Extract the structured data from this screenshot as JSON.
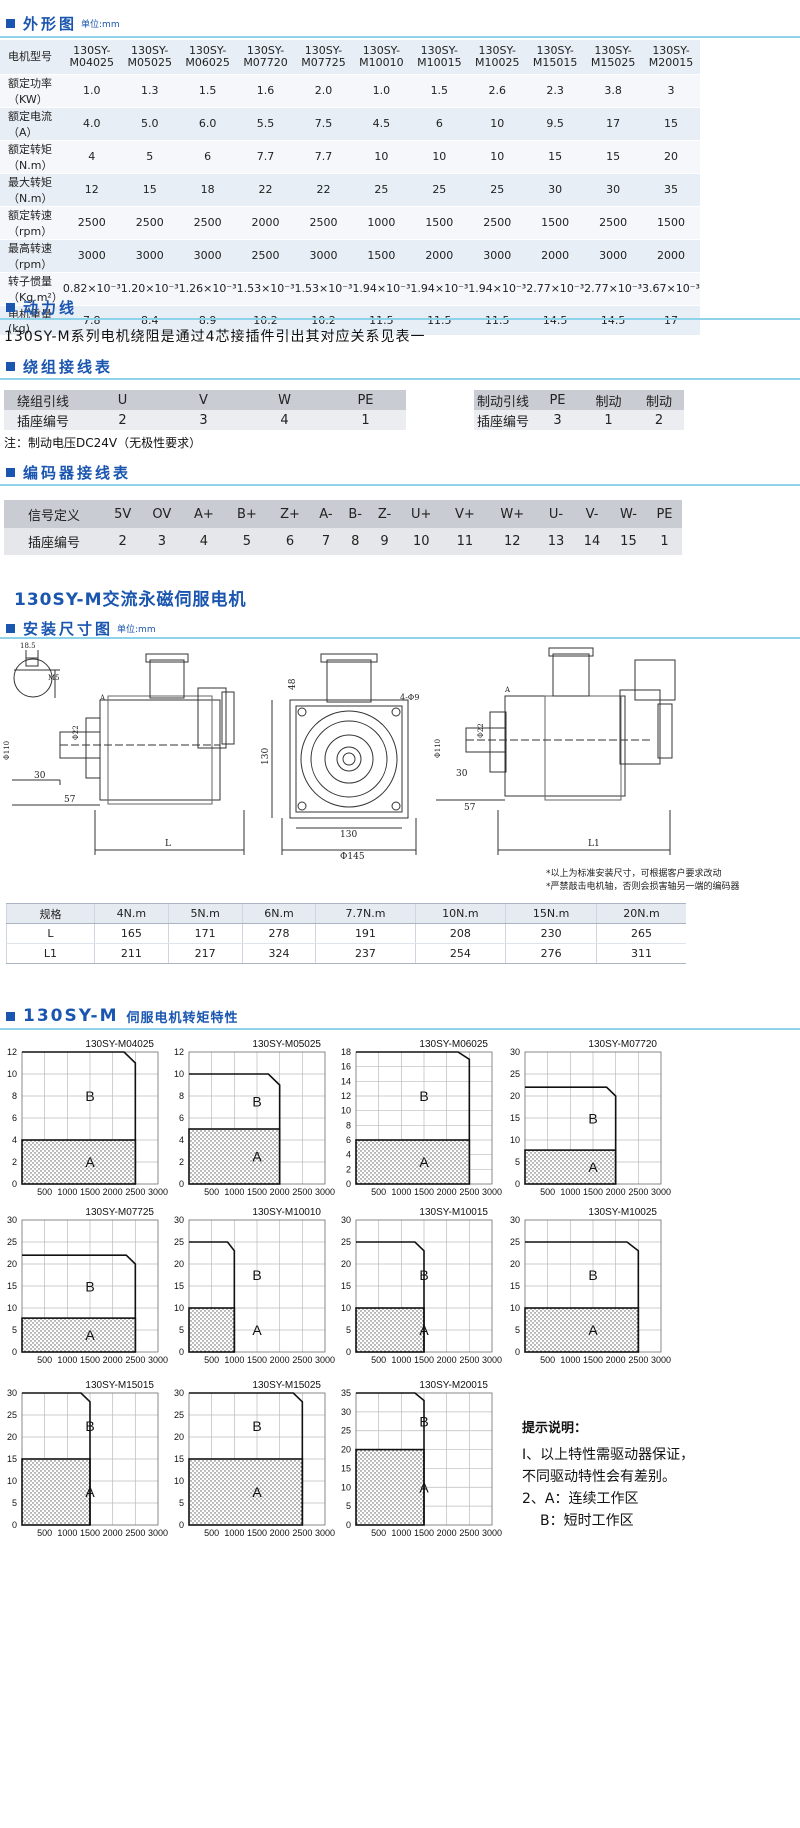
{
  "sections": {
    "outline": {
      "title": "外形图",
      "unit": "单位:mm"
    },
    "power_line": {
      "title": "动力线",
      "text": "130SY-M系列电机绕阻是通过4芯接插件引出其对应关系见表一"
    },
    "winding": {
      "title": "绕组接线表"
    },
    "encoder": {
      "title": "编码器接线表"
    },
    "install": {
      "title": "安装尺寸图",
      "unit": "单位:mm"
    },
    "torque": {
      "title": "130SY-M",
      "title_suffix": "伺服电机转矩特性"
    }
  },
  "main_title": "130SY-M交流永磁伺服电机",
  "spec_table": {
    "header_label": "电机型号",
    "models": [
      "130SY-M04025",
      "130SY-M05025",
      "130SY-M06025",
      "130SY-M07720",
      "130SY-M07725",
      "130SY-M10010",
      "130SY-M10015",
      "130SY-M10025",
      "130SY-M15015",
      "130SY-M15025",
      "130SY-M20015"
    ],
    "rows": [
      {
        "label": "额定功率（KW）",
        "values": [
          "1.0",
          "1.3",
          "1.5",
          "1.6",
          "2.0",
          "1.0",
          "1.5",
          "2.6",
          "2.3",
          "3.8",
          "3"
        ]
      },
      {
        "label": "额定电流（A）",
        "values": [
          "4.0",
          "5.0",
          "6.0",
          "5.5",
          "7.5",
          "4.5",
          "6",
          "10",
          "9.5",
          "17",
          "15"
        ]
      },
      {
        "label": "额定转矩（N.m）",
        "values": [
          "4",
          "5",
          "6",
          "7.7",
          "7.7",
          "10",
          "10",
          "10",
          "15",
          "15",
          "20"
        ]
      },
      {
        "label": "最大转矩（N.m）",
        "values": [
          "12",
          "15",
          "18",
          "22",
          "22",
          "25",
          "25",
          "25",
          "30",
          "30",
          "35"
        ]
      },
      {
        "label": "额定转速（rpm）",
        "values": [
          "2500",
          "2500",
          "2500",
          "2000",
          "2500",
          "1000",
          "1500",
          "2500",
          "1500",
          "2500",
          "1500"
        ]
      },
      {
        "label": "最高转速（rpm）",
        "values": [
          "3000",
          "3000",
          "3000",
          "2500",
          "3000",
          "1500",
          "2000",
          "3000",
          "2000",
          "3000",
          "2000"
        ]
      },
      {
        "label": "转子惯量（Kg.m²）",
        "values": [
          "0.82×10⁻³",
          "1.20×10⁻³",
          "1.26×10⁻³",
          "1.53×10⁻³",
          "1.53×10⁻³",
          "1.94×10⁻³",
          "1.94×10⁻³",
          "1.94×10⁻³",
          "2.77×10⁻³",
          "2.77×10⁻³",
          "3.67×10⁻³"
        ]
      },
      {
        "label": "电机重量(kg)",
        "values": [
          "7.8",
          "8.4",
          "8.9",
          "10.2",
          "10.2",
          "11.5",
          "11.5",
          "11.5",
          "14.5",
          "14.5",
          "17"
        ]
      }
    ]
  },
  "winding_table": {
    "rows": [
      [
        "绕组引线",
        "U",
        "V",
        "W",
        "PE"
      ],
      [
        "插座编号",
        "2",
        "3",
        "4",
        "1"
      ]
    ]
  },
  "brake_table": {
    "rows": [
      [
        "制动引线",
        "PE",
        "制动",
        "制动"
      ],
      [
        "插座编号",
        "3",
        "1",
        "2"
      ]
    ]
  },
  "winding_note": "注：制动电压DC24V（无极性要求）",
  "encoder_table": {
    "rows": [
      [
        "信号定义",
        "5V",
        "OV",
        "A+",
        "B+",
        "Z+",
        "A-",
        "B-",
        "Z-",
        "U+",
        "V+",
        "W+",
        "U-",
        "V-",
        "W-",
        "PE"
      ],
      [
        "插座编号",
        "2",
        "3",
        "4",
        "5",
        "6",
        "7",
        "8",
        "9",
        "10",
        "11",
        "12",
        "13",
        "14",
        "15",
        "1"
      ]
    ]
  },
  "drawing_labels": {
    "d1": "18.5",
    "d2": "M5",
    "d3": "Φ110",
    "d4": "Φ22",
    "d5": "30",
    "d6": "57",
    "d7": "L",
    "d8": "A",
    "d9": "48",
    "d10": "4-Φ9",
    "d11": "130",
    "d12": "130",
    "d13": "Φ145",
    "d14": "Φ110",
    "d15": "Φ22",
    "d16": "30",
    "d17": "57",
    "d18": "L1",
    "d19": "A"
  },
  "install_notes": [
    "*以上为标准安装尺寸，可根据客户要求改动",
    "*严禁敲击电机轴，否则会损害轴另一端的编码器"
  ],
  "dim_table": {
    "header": [
      "规格",
      "4N.m",
      "5N.m",
      "6N.m",
      "7.7N.m",
      "10N.m",
      "15N.m",
      "20N.m"
    ],
    "rows": [
      [
        "L",
        "165",
        "171",
        "278",
        "191",
        "208",
        "230",
        "265"
      ],
      [
        "L1",
        "211",
        "217",
        "324",
        "237",
        "254",
        "276",
        "311"
      ]
    ]
  },
  "chart_data": [
    {
      "type": "area",
      "title": "130SY-M04025",
      "x_ticks": [
        "500",
        "1000",
        "1500",
        "2000",
        "2500",
        "3000"
      ],
      "y_ticks": [
        "0",
        "2",
        "4",
        "6",
        "8",
        "10",
        "12"
      ],
      "xlim": [
        0,
        3000
      ],
      "ylim": [
        0,
        12
      ],
      "series": [
        {
          "name": "A",
          "x": [
            0,
            2500
          ],
          "y": [
            4,
            4
          ]
        },
        {
          "name": "B",
          "x": [
            0,
            2250,
            2500
          ],
          "y": [
            12,
            12,
            11
          ]
        }
      ],
      "grid": true
    },
    {
      "type": "area",
      "title": "130SY-M05025",
      "x_ticks": [
        "500",
        "1000",
        "1500",
        "2000",
        "2500",
        "3000"
      ],
      "y_ticks": [
        "0",
        "2",
        "4",
        "6",
        "8",
        "10",
        "12"
      ],
      "xlim": [
        0,
        3000
      ],
      "ylim": [
        0,
        12
      ],
      "series": [
        {
          "name": "A",
          "x": [
            0,
            2000
          ],
          "y": [
            5,
            5
          ]
        },
        {
          "name": "B",
          "x": [
            0,
            1750,
            2000
          ],
          "y": [
            10,
            10,
            9
          ]
        }
      ],
      "grid": true
    },
    {
      "type": "area",
      "title": "130SY-M06025",
      "x_ticks": [
        "500",
        "1000",
        "1500",
        "2000",
        "2500",
        "3000"
      ],
      "y_ticks": [
        "0",
        "2",
        "4",
        "6",
        "8",
        "10",
        "12",
        "14",
        "16",
        "18"
      ],
      "xlim": [
        0,
        3000
      ],
      "ylim": [
        0,
        18
      ],
      "series": [
        {
          "name": "A",
          "x": [
            0,
            2500
          ],
          "y": [
            6,
            6
          ]
        },
        {
          "name": "B",
          "x": [
            0,
            2250,
            2500
          ],
          "y": [
            18,
            18,
            17
          ]
        }
      ],
      "grid": true
    },
    {
      "type": "area",
      "title": "130SY-M07720",
      "x_ticks": [
        "500",
        "1000",
        "1500",
        "2000",
        "2500",
        "3000"
      ],
      "y_ticks": [
        "0",
        "5",
        "10",
        "15",
        "20",
        "25",
        "30"
      ],
      "xlim": [
        0,
        3000
      ],
      "ylim": [
        0,
        30
      ],
      "series": [
        {
          "name": "A",
          "x": [
            0,
            2000
          ],
          "y": [
            7.7,
            7.7
          ]
        },
        {
          "name": "B",
          "x": [
            0,
            1800,
            2000
          ],
          "y": [
            22,
            22,
            20
          ]
        }
      ],
      "grid": true
    },
    {
      "type": "area",
      "title": "130SY-M07725",
      "x_ticks": [
        "500",
        "1000",
        "1500",
        "2000",
        "2500",
        "3000"
      ],
      "y_ticks": [
        "0",
        "5",
        "10",
        "15",
        "20",
        "25",
        "30"
      ],
      "xlim": [
        0,
        3000
      ],
      "ylim": [
        0,
        30
      ],
      "series": [
        {
          "name": "A",
          "x": [
            0,
            2500
          ],
          "y": [
            7.7,
            7.7
          ]
        },
        {
          "name": "B",
          "x": [
            0,
            2300,
            2500
          ],
          "y": [
            22,
            22,
            20
          ]
        }
      ],
      "grid": true
    },
    {
      "type": "area",
      "title": "130SY-M10010",
      "x_ticks": [
        "500",
        "1000",
        "1500",
        "2000",
        "2500",
        "3000"
      ],
      "y_ticks": [
        "0",
        "5",
        "10",
        "15",
        "20",
        "25",
        "30"
      ],
      "xlim": [
        0,
        3000
      ],
      "ylim": [
        0,
        30
      ],
      "series": [
        {
          "name": "A",
          "x": [
            0,
            1000
          ],
          "y": [
            10,
            10
          ]
        },
        {
          "name": "B",
          "x": [
            0,
            850,
            1000
          ],
          "y": [
            25,
            25,
            23
          ]
        }
      ],
      "grid": true
    },
    {
      "type": "area",
      "title": "130SY-M10015",
      "x_ticks": [
        "500",
        "1000",
        "1500",
        "2000",
        "2500",
        "3000"
      ],
      "y_ticks": [
        "0",
        "5",
        "10",
        "15",
        "20",
        "25",
        "30"
      ],
      "xlim": [
        0,
        3000
      ],
      "ylim": [
        0,
        30
      ],
      "series": [
        {
          "name": "A",
          "x": [
            0,
            1500
          ],
          "y": [
            10,
            10
          ]
        },
        {
          "name": "B",
          "x": [
            0,
            1300,
            1500
          ],
          "y": [
            25,
            25,
            23
          ]
        }
      ],
      "grid": true
    },
    {
      "type": "area",
      "title": "130SY-M10025",
      "x_ticks": [
        "500",
        "1000",
        "1500",
        "2000",
        "2500",
        "3000"
      ],
      "y_ticks": [
        "0",
        "5",
        "10",
        "15",
        "20",
        "25",
        "30"
      ],
      "xlim": [
        0,
        3000
      ],
      "ylim": [
        0,
        30
      ],
      "series": [
        {
          "name": "A",
          "x": [
            0,
            2500
          ],
          "y": [
            10,
            10
          ]
        },
        {
          "name": "B",
          "x": [
            0,
            2250,
            2500
          ],
          "y": [
            25,
            25,
            23
          ]
        }
      ],
      "grid": true
    },
    {
      "type": "area",
      "title": "130SY-M15015",
      "x_ticks": [
        "500",
        "1000",
        "1500",
        "2000",
        "2500",
        "3000"
      ],
      "y_ticks": [
        "0",
        "5",
        "10",
        "15",
        "20",
        "25",
        "30"
      ],
      "xlim": [
        0,
        3000
      ],
      "ylim": [
        0,
        30
      ],
      "series": [
        {
          "name": "A",
          "x": [
            0,
            1500
          ],
          "y": [
            15,
            15
          ]
        },
        {
          "name": "B",
          "x": [
            0,
            1300,
            1500
          ],
          "y": [
            30,
            30,
            28
          ]
        }
      ],
      "grid": true
    },
    {
      "type": "area",
      "title": "130SY-M15025",
      "x_ticks": [
        "500",
        "1000",
        "1500",
        "2000",
        "2500",
        "3000"
      ],
      "y_ticks": [
        "0",
        "5",
        "10",
        "15",
        "20",
        "25",
        "30"
      ],
      "xlim": [
        0,
        3000
      ],
      "ylim": [
        0,
        30
      ],
      "series": [
        {
          "name": "A",
          "x": [
            0,
            2500
          ],
          "y": [
            15,
            15
          ]
        },
        {
          "name": "B",
          "x": [
            0,
            2300,
            2500
          ],
          "y": [
            30,
            30,
            28
          ]
        }
      ],
      "grid": true
    },
    {
      "type": "area",
      "title": "130SY-M20015",
      "x_ticks": [
        "500",
        "1000",
        "1500",
        "2000",
        "2500",
        "3000"
      ],
      "y_ticks": [
        "0",
        "5",
        "10",
        "15",
        "20",
        "25",
        "30",
        "35"
      ],
      "xlim": [
        0,
        3000
      ],
      "ylim": [
        0,
        35
      ],
      "series": [
        {
          "name": "A",
          "x": [
            0,
            1500
          ],
          "y": [
            20,
            20
          ]
        },
        {
          "name": "B",
          "x": [
            0,
            1300,
            1500
          ],
          "y": [
            35,
            35,
            33
          ]
        }
      ],
      "grid": true
    }
  ],
  "tips": {
    "title": "提示说明：",
    "lines": [
      "I、以上特性需驱动器保证，",
      "不同驱动特性会有差别。",
      "2、A：连续工作区",
      "B：短时工作区"
    ]
  }
}
